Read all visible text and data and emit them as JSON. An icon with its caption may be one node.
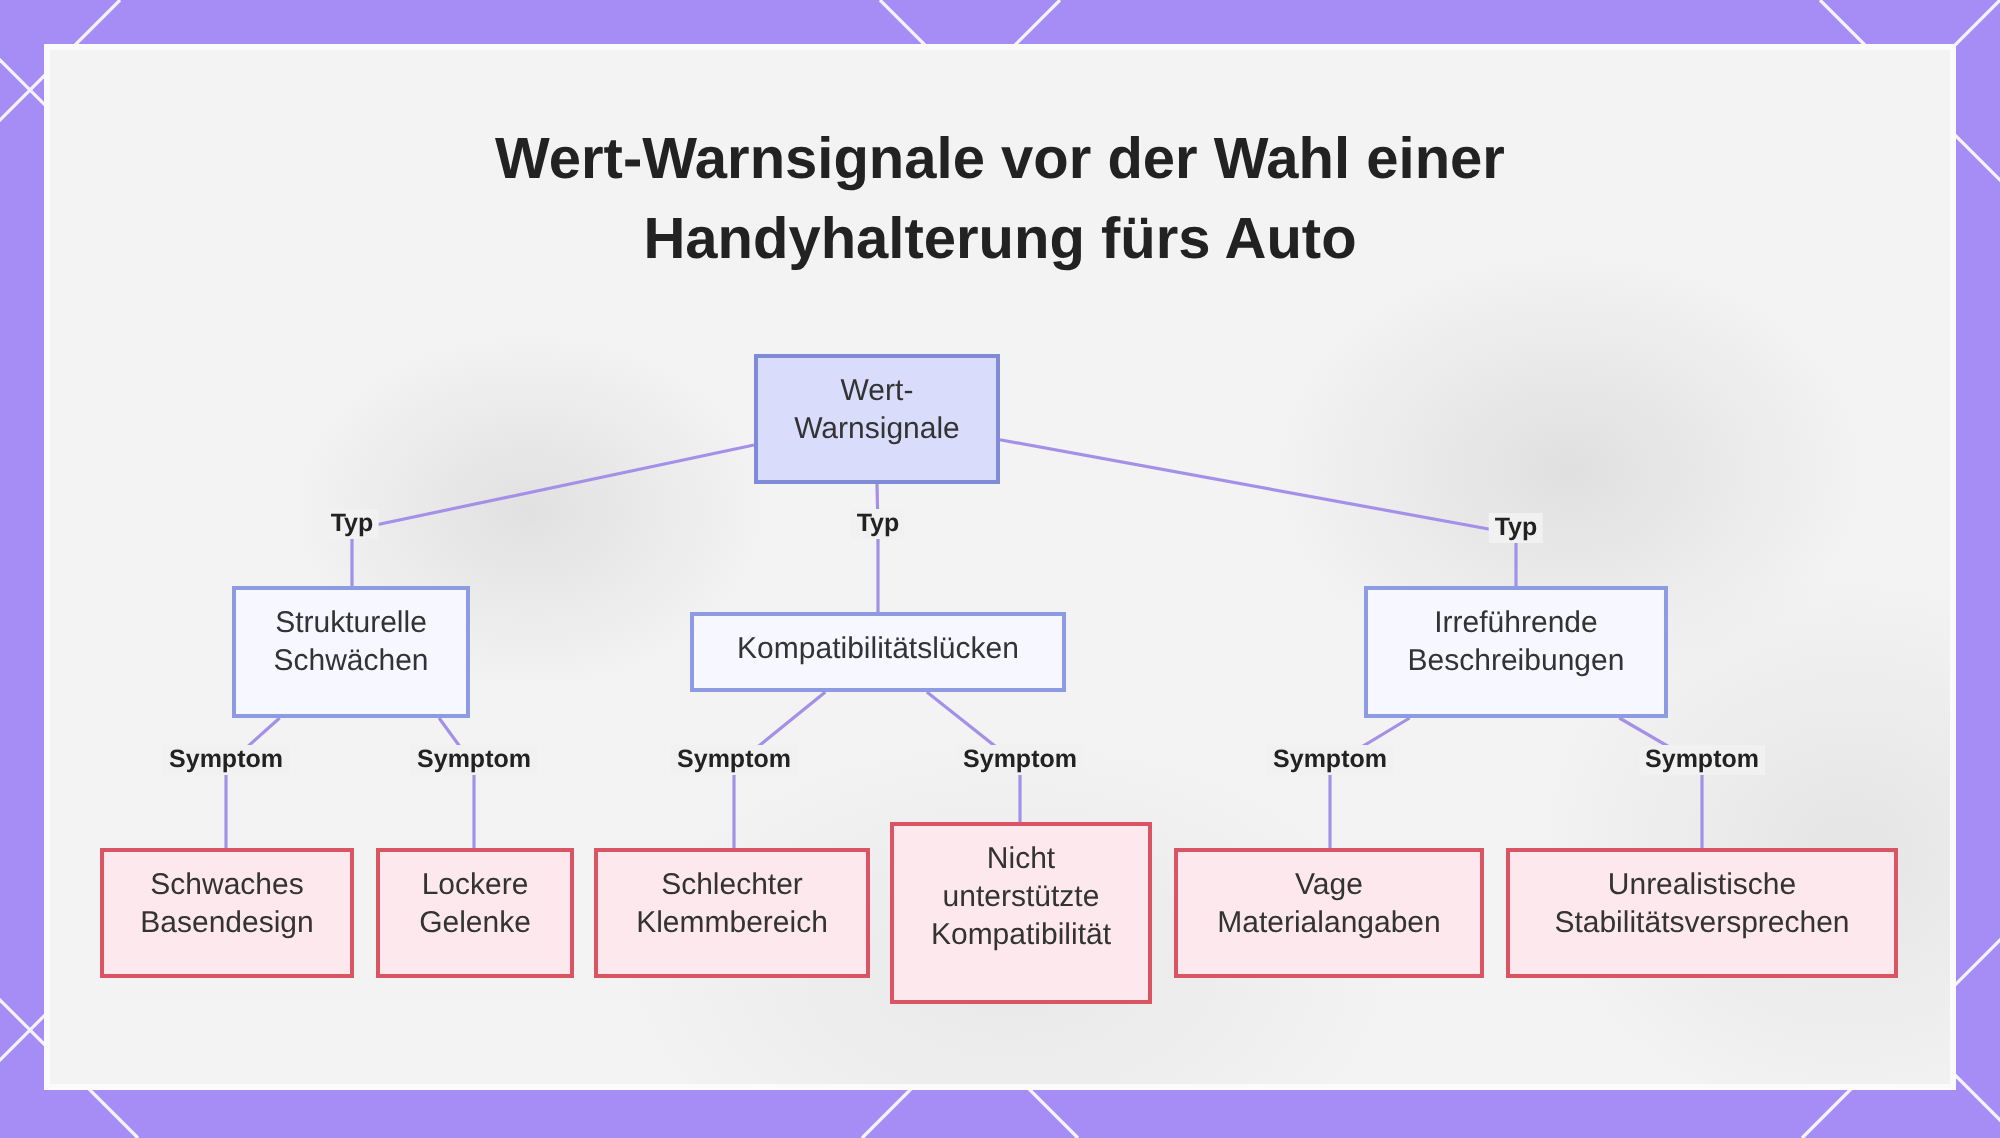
{
  "diagram": {
    "title": "Wert-Warnsignale vor der Wahl einer Handyhalterung fürs Auto",
    "nodes": [
      {
        "text": [
          "Wert- Warnsignale"
        ]
      },
      {
        "text": [
          "Strukturelle Schwächen"
        ]
      },
      {
        "text": [
          "Kompatibilitätslücken"
        ]
      },
      {
        "text": [
          "Irreführende Beschreibungen"
        ]
      },
      {
        "text": [
          "Schwaches Basendesign"
        ]
      },
      {
        "text": [
          "Lockere Gelenke"
        ]
      },
      {
        "text": [
          "Schlechter Klemmbereich"
        ]
      },
      {
        "text": [
          "Nicht unterstützte Kompatibilität"
        ]
      },
      {
        "text": [
          "Vage Materialangaben"
        ]
      },
      {
        "text": [
          "Unrealistische Stabilitätsversprechen"
        ]
      }
    ],
    "edges": [
      {
        "from": 0,
        "to": 1,
        "arrow": "none",
        "label": "Typ"
      },
      {
        "from": 0,
        "to": 2,
        "arrow": "none",
        "label": "Typ"
      },
      {
        "from": 0,
        "to": 3,
        "arrow": "none",
        "label": "Typ"
      },
      {
        "from": 1,
        "to": 4,
        "arrow": "none",
        "label": "Symptom"
      },
      {
        "from": 1,
        "to": 5,
        "arrow": "none",
        "label": "Symptom"
      },
      {
        "from": 2,
        "to": 6,
        "arrow": "none",
        "label": "Symptom"
      },
      {
        "from": 2,
        "to": 7,
        "arrow": "none",
        "label": "Symptom"
      },
      {
        "from": 3,
        "to": 8,
        "arrow": "none",
        "label": "Symptom"
      },
      {
        "from": 3,
        "to": 9,
        "arrow": "none",
        "label": "Symptom"
      }
    ]
  }
}
